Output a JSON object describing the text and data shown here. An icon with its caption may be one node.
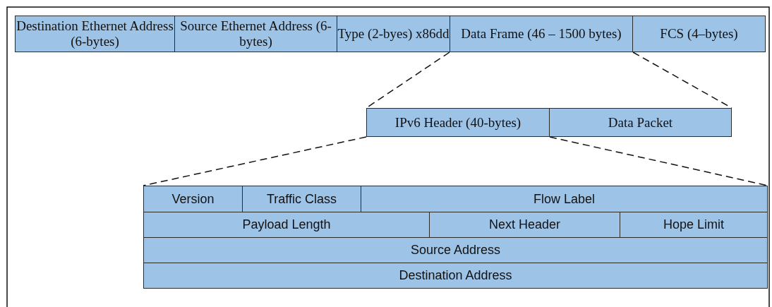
{
  "diagram": {
    "nodes": [
      {
        "text": [
          "Destination Ethernet Address (6-bytes)"
        ]
      },
      {
        "text": [
          "Source Ethernet Address (6-bytes)"
        ]
      },
      {
        "text": [
          "Type (2-byes) x86dd"
        ]
      },
      {
        "text": [
          "Data Frame (46 – 1500 bytes)"
        ]
      },
      {
        "text": [
          "FCS (4–bytes)"
        ]
      },
      {
        "text": [
          "IPv6 Header (40-bytes)"
        ]
      },
      {
        "text": [
          "Data Packet"
        ]
      },
      {
        "text": [
          "Version"
        ]
      },
      {
        "text": [
          "Traffic Class"
        ]
      },
      {
        "text": [
          "Flow Label"
        ]
      },
      {
        "text": [
          "Payload Length"
        ]
      },
      {
        "text": [
          "Next Header"
        ]
      },
      {
        "text": [
          "Hope Limit"
        ]
      },
      {
        "text": [
          "Source Address"
        ]
      },
      {
        "text": [
          "Destination Address"
        ]
      }
    ],
    "edges": [
      {
        "from": 3,
        "to": 5,
        "arrow": "none",
        "style": "dashed"
      },
      {
        "from": 3,
        "to": 6,
        "arrow": "none",
        "style": "dashed"
      },
      {
        "from": 5,
        "to": 7,
        "arrow": "none",
        "style": "dashed"
      },
      {
        "from": 5,
        "to": 9,
        "arrow": "none",
        "style": "dashed"
      }
    ]
  }
}
